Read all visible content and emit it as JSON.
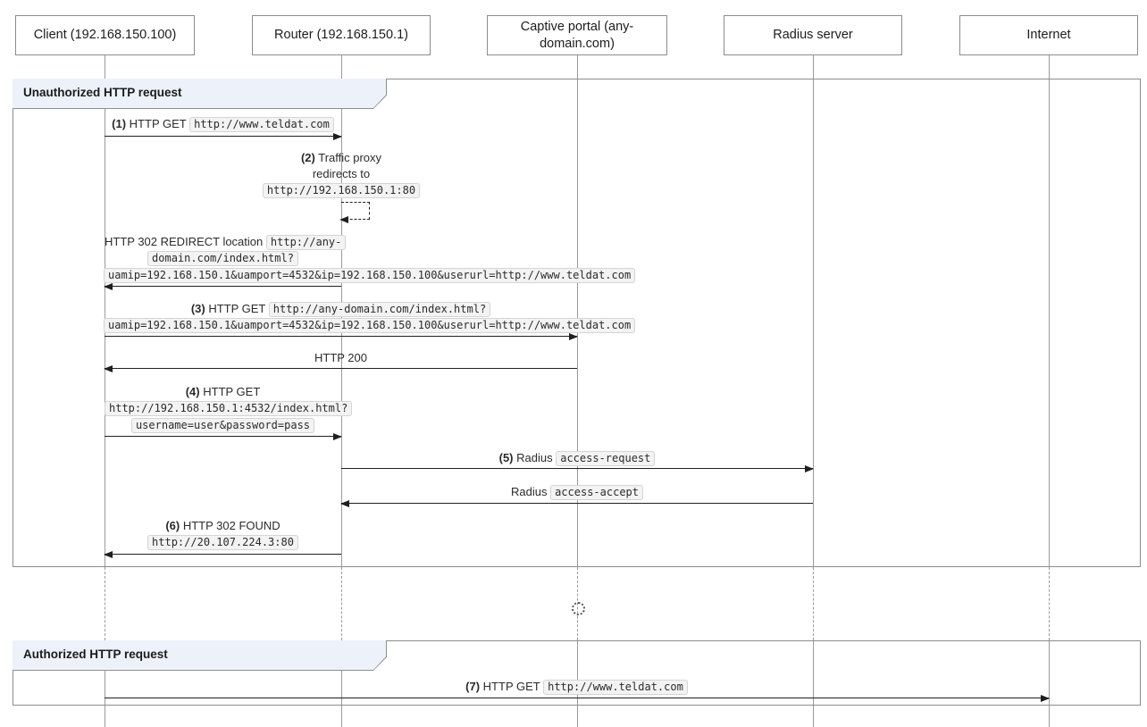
{
  "diagram": {
    "type": "sequence-diagram",
    "topic": "Captive portal HTTP authentication flow"
  },
  "participants": [
    {
      "label": "Client (192.168.150.100)"
    },
    {
      "label": "Router (192.168.150.1)"
    },
    {
      "label": "Captive portal (any-domain.com)"
    },
    {
      "label": "Radius server"
    },
    {
      "label": "Internet"
    }
  ],
  "frames": [
    {
      "title": "Unauthorized HTTP request"
    },
    {
      "title": "Authorized HTTP request"
    }
  ],
  "messages": {
    "m1": {
      "num": "(1)",
      "text": "HTTP GET",
      "code": "http://www.teldat.com",
      "from": "Client",
      "to": "Router"
    },
    "m2": {
      "num": "(2)",
      "text1": "Traffic proxy",
      "text2": "redirects to",
      "code": "http://192.168.150.1:80",
      "from": "Router",
      "to": "Router"
    },
    "m3": {
      "text": "HTTP 302 REDIRECT location",
      "code1": "http://any-",
      "code2": "domain.com/index.html?",
      "code3": "uamip=192.168.150.1&uamport=4532&ip=192.168.150.100&userurl=http://www.teldat.com",
      "from": "Router",
      "to": "Client"
    },
    "m4": {
      "num": "(3)",
      "text": "HTTP GET",
      "code1": "http://any-domain.com/index.html?",
      "code2": "uamip=192.168.150.1&uamport=4532&ip=192.168.150.100&userurl=http://www.teldat.com",
      "from": "Client",
      "to": "Captive portal"
    },
    "m5": {
      "text": "HTTP 200",
      "from": "Captive portal",
      "to": "Client"
    },
    "m6": {
      "num": "(4)",
      "text": "HTTP GET",
      "code1": "http://192.168.150.1:4532/index.html?",
      "code2": "username=user&password=pass",
      "from": "Client",
      "to": "Router"
    },
    "m7": {
      "num": "(5)",
      "text": "Radius",
      "code": "access-request",
      "from": "Router",
      "to": "Radius server"
    },
    "m8": {
      "text": "Radius",
      "code": "access-accept",
      "from": "Radius server",
      "to": "Router"
    },
    "m9": {
      "num": "(6)",
      "text": "HTTP 302 FOUND",
      "code": "http://20.107.224.3:80",
      "from": "Router",
      "to": "Client"
    },
    "m10": {
      "num": "(7)",
      "text": "HTTP GET",
      "code": "http://www.teldat.com",
      "from": "Client",
      "to": "Internet"
    }
  },
  "colors": {
    "frame_tab_bg": "#edf1f9",
    "frame_border": "#8c8c8c",
    "lifeline": "#9a9a9a",
    "arrow": "#1f1f1f",
    "code_bg": "#f3f3f3",
    "code_border": "#d4d4d4"
  }
}
